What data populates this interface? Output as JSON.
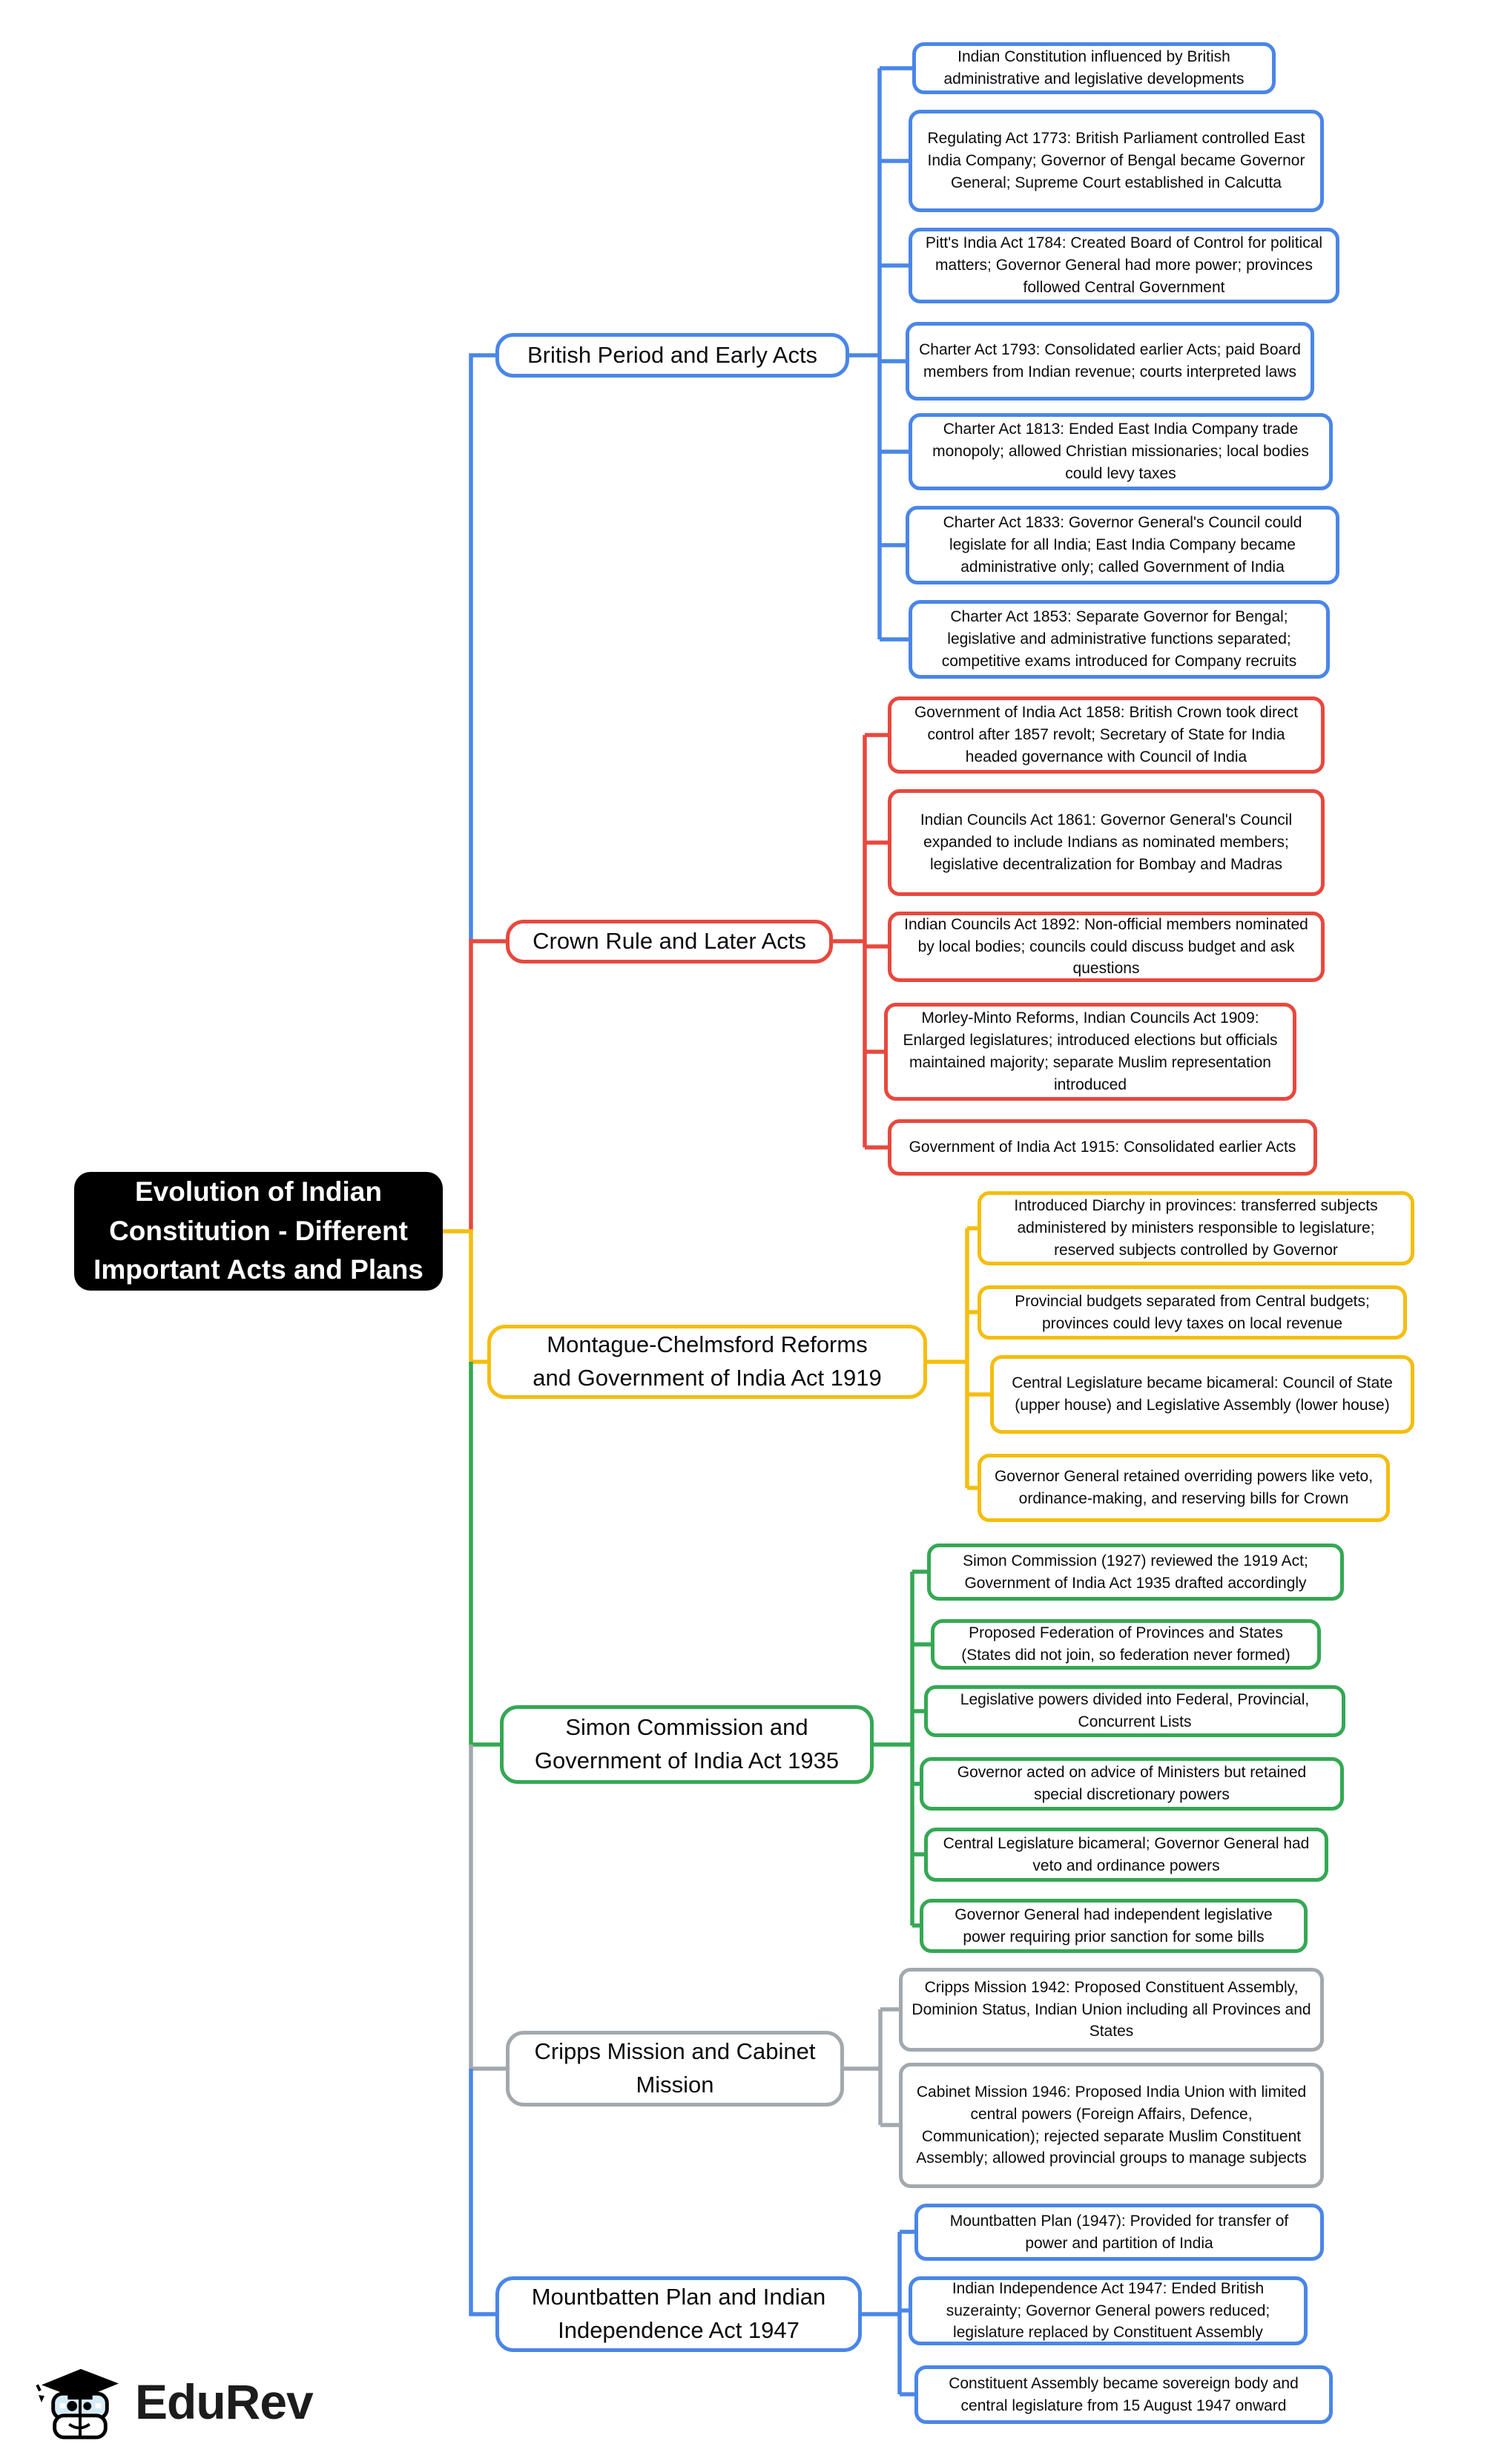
{
  "colors": {
    "blue": "#4A86E8",
    "red": "#E8483E",
    "yellow": "#F5BD0D",
    "green": "#34A853",
    "gray": "#A2A9AE",
    "black": "#000000"
  },
  "root": {
    "title": "Evolution of Indian\nConstitution - Different\nImportant Acts and Plans"
  },
  "branches": [
    {
      "id": "british",
      "label": "British Period and Early Acts",
      "color_key": "blue",
      "leaves": [
        "Indian Constitution influenced by British administrative and legislative developments",
        "Regulating Act 1773: British Parliament controlled East India Company; Governor of Bengal became Governor General; Supreme Court established in Calcutta",
        "Pitt's India Act 1784: Created Board of Control for political matters; Governor General had more power; provinces followed Central Government",
        "Charter Act 1793: Consolidated earlier Acts; paid Board members from Indian revenue; courts interpreted laws",
        "Charter Act 1813: Ended East India Company trade monopoly; allowed Christian missionaries; local bodies could levy taxes",
        "Charter Act 1833: Governor General's Council could legislate for all India; East India Company became administrative only; called Government of India",
        "Charter Act 1853: Separate Governor for Bengal; legislative and administrative functions separated; competitive exams introduced for Company recruits"
      ]
    },
    {
      "id": "crown",
      "label": "Crown Rule and Later Acts",
      "color_key": "red",
      "leaves": [
        "Government of India Act 1858: British Crown took direct control after 1857 revolt; Secretary of State for India headed governance with Council of India",
        "Indian Councils Act 1861: Governor General's Council expanded to include Indians as nominated members; legislative decentralization for Bombay and Madras",
        "Indian Councils Act 1892: Non-official members nominated by local bodies; councils could discuss budget and ask questions",
        "Morley-Minto Reforms, Indian Councils Act 1909: Enlarged legislatures; introduced elections but officials maintained majority; separate Muslim representation introduced",
        "Government of India Act 1915: Consolidated earlier Acts"
      ]
    },
    {
      "id": "montague",
      "label": "Montague-Chelmsford Reforms\nand Government of India Act 1919",
      "color_key": "yellow",
      "leaves": [
        "Introduced Diarchy in provinces: transferred subjects administered by ministers responsible to legislature; reserved subjects controlled by Governor",
        "Provincial budgets separated from Central budgets; provinces could levy taxes on local revenue",
        "Central Legislature became bicameral: Council of State (upper house) and Legislative Assembly (lower house)",
        "Governor General retained overriding powers like veto, ordinance-making, and reserving bills for Crown"
      ]
    },
    {
      "id": "simon",
      "label": "Simon Commission and\nGovernment of India Act 1935",
      "color_key": "green",
      "leaves": [
        "Simon Commission (1927) reviewed the 1919 Act; Government of India Act 1935 drafted accordingly",
        "Proposed Federation of Provinces and States (States did not join, so federation never formed)",
        "Legislative powers divided into Federal, Provincial, Concurrent Lists",
        "Governor acted on advice of Ministers but retained special discretionary powers",
        "Central Legislature bicameral; Governor General had veto and ordinance powers",
        "Governor General had independent legislative power requiring prior sanction for some bills"
      ]
    },
    {
      "id": "cripps",
      "label": "Cripps Mission and Cabinet\nMission",
      "color_key": "gray",
      "leaves": [
        "Cripps Mission 1942: Proposed Constituent Assembly, Dominion Status, Indian Union including all Provinces and States",
        "Cabinet Mission 1946: Proposed India Union with limited central powers (Foreign Affairs, Defence, Communication); rejected separate Muslim Constituent Assembly; allowed provincial groups to manage subjects"
      ]
    },
    {
      "id": "mountbatten",
      "label": "Mountbatten Plan and Indian\nIndependence Act 1947",
      "color_key": "blue",
      "leaves": [
        "Mountbatten Plan (1947): Provided for transfer of power and partition of India",
        "Indian Independence Act 1947: Ended British suzerainty; Governor General powers reduced; legislature replaced by Constituent Assembly",
        "Constituent Assembly became sovereign body and central legislature from 15 August 1947 onward"
      ]
    }
  ],
  "footer": {
    "brand": "EduRev"
  }
}
